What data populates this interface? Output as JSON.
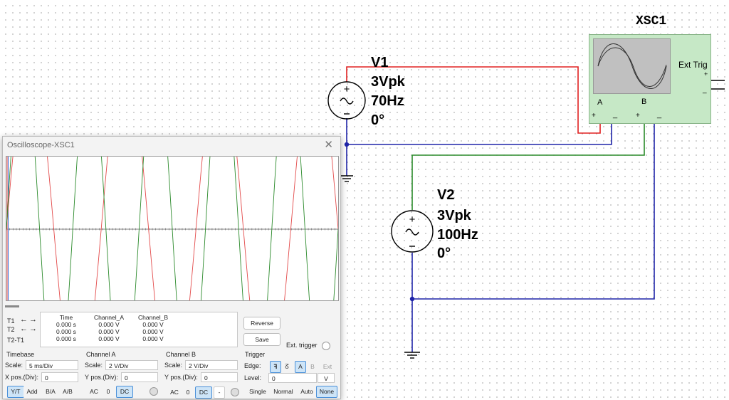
{
  "schematic": {
    "v1": {
      "name": "V1",
      "amplitude": "3Vpk",
      "frequency": "70Hz",
      "phase": "0°"
    },
    "v2": {
      "name": "V2",
      "amplitude": "3Vpk",
      "frequency": "100Hz",
      "phase": "0°"
    },
    "scope": {
      "name": "XSC1",
      "ext_trig": "Ext Trig",
      "term_a": "A",
      "term_b": "B",
      "plus": "+",
      "minus": "_"
    }
  },
  "window": {
    "title": "Oscilloscope-XSC1",
    "close_glyph": "✕",
    "measurements": {
      "headers": [
        "Time",
        "Channel_A",
        "Channel_B"
      ],
      "rows": [
        {
          "label": "T1",
          "time": "0.000 s",
          "a": "0.000 V",
          "b": "0.000 V"
        },
        {
          "label": "T2",
          "time": "0.000 s",
          "a": "0.000 V",
          "b": "0.000 V"
        },
        {
          "label": "T2-T1",
          "time": "0.000 s",
          "a": "0.000 V",
          "b": "0.000 V"
        }
      ],
      "arrow_left": "←",
      "arrow_right": "→"
    },
    "buttons": {
      "reverse": "Reverse",
      "save": "Save",
      "ext_trigger": "Ext. trigger"
    },
    "timebase": {
      "title": "Timebase",
      "scale_label": "Scale:",
      "scale": "5 ms/Div",
      "xpos_label": "X pos.(Div):",
      "xpos": "0",
      "modes": [
        "Y/T",
        "Add",
        "B/A",
        "A/B"
      ]
    },
    "channel_a": {
      "title": "Channel A",
      "scale_label": "Scale:",
      "scale": "2  V/Div",
      "ypos_label": "Y pos.(Div):",
      "ypos": "0",
      "coupling": [
        "AC",
        "0",
        "DC"
      ]
    },
    "channel_b": {
      "title": "Channel B",
      "scale_label": "Scale:",
      "scale": "2  V/Div",
      "ypos_label": "Y pos.(Div):",
      "ypos": "0",
      "coupling": [
        "AC",
        "0",
        "DC",
        "-"
      ]
    },
    "trigger": {
      "title": "Trigger",
      "edge_label": "Edge:",
      "edge_rise": "ꟻ",
      "edge_fall": "ᘔ",
      "sources": [
        "A",
        "B",
        "Ext"
      ],
      "level_label": "Level:",
      "level": "0",
      "level_unit": "V",
      "modes": [
        "Single",
        "Normal",
        "Auto",
        "None"
      ]
    }
  },
  "chart_data": {
    "type": "line",
    "timebase_ms_per_div": 5,
    "volts_per_div": 2,
    "x_divisions": 10,
    "y_divisions": 8,
    "xlim": [
      0,
      50
    ],
    "ylim": [
      -8,
      8
    ],
    "series": [
      {
        "channel": "A",
        "frequency_hz": 70,
        "amplitude_v": 3,
        "color": "#e34a4a"
      },
      {
        "channel": "B",
        "frequency_hz": 100,
        "amplitude_v": 3,
        "color": "#2b8a2b"
      }
    ]
  },
  "colors": {
    "red_wire": "#e02020",
    "blue_wire": "#1f24a8",
    "green_wire": "#2a8a2a",
    "scope_body": "#c6e8c6",
    "selected": "#cde4f7"
  }
}
